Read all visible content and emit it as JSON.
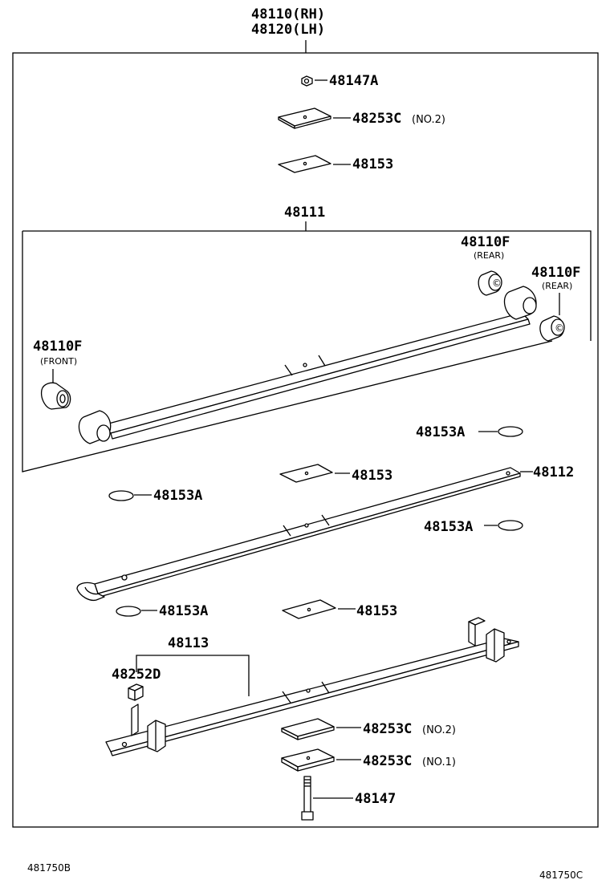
{
  "assembly": {
    "line1": "48110(RH)",
    "line2": "48120(LH)"
  },
  "callouts": {
    "nut": "48147A",
    "plate_top_num": "48253C",
    "plate_top_sub": "(NO.2)",
    "insert_top": "48153",
    "main_leaf": "48111",
    "bush_rear1": "48110F",
    "bush_rear1_sub": "(REAR)",
    "bush_rear2": "48110F",
    "bush_rear2_sub": "(REAR)",
    "bush_front": "48110F",
    "bush_front_sub": "(FRONT)",
    "pad1": "48153A",
    "insert_mid": "48153",
    "leaf2": "48112",
    "pad2": "48153A",
    "pad3": "48153A",
    "pad4": "48153A",
    "insert_low": "48153",
    "leaf3": "48113",
    "clip": "48252D",
    "plate_low1_num": "48253C",
    "plate_low1_sub": "(NO.2)",
    "plate_low2_num": "48253C",
    "plate_low2_sub": "(NO.1)",
    "bolt": "48147"
  },
  "codes": {
    "left": "481750B",
    "right": "481750C"
  }
}
